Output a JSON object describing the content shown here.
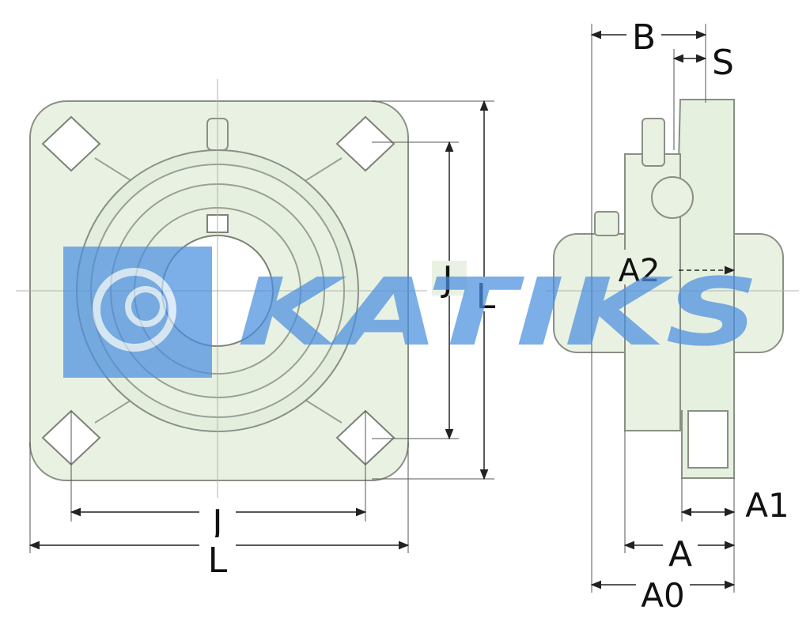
{
  "dimensions": {
    "front_width_J": "J",
    "front_width_L": "L",
    "front_height_J": "J",
    "front_height_L": "L",
    "side_B": "B",
    "side_S": "S",
    "side_A2": "A2",
    "side_A1": "A1",
    "side_A": "A",
    "side_A0": "A0"
  },
  "watermark": {
    "text": "KATIKS",
    "color": "#4a8fe0"
  },
  "colors": {
    "part_fill": "#e9f2e2",
    "outline": "#8a8f86",
    "dim_line": "#222222"
  }
}
